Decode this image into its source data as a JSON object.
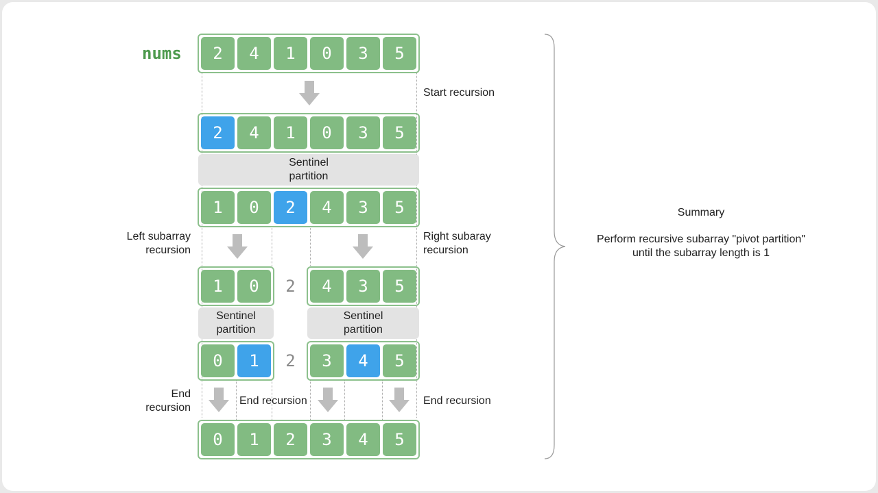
{
  "array_label": "nums",
  "rows": {
    "initial": [
      "2",
      "4",
      "1",
      "0",
      "3",
      "5"
    ],
    "pivot_selected": [
      "2",
      "4",
      "1",
      "0",
      "3",
      "5"
    ],
    "partitioned": [
      "1",
      "0",
      "2",
      "4",
      "3",
      "5"
    ],
    "split_left": [
      "1",
      "0"
    ],
    "split_mid": "2",
    "split_right": [
      "4",
      "3",
      "5"
    ],
    "second_left": [
      "0",
      "1"
    ],
    "second_mid": "2",
    "second_right": [
      "3",
      "4",
      "5"
    ],
    "final": [
      "0",
      "1",
      "2",
      "3",
      "4",
      "5"
    ]
  },
  "labels": {
    "start_recursion": "Start recursion",
    "sentinel_line1": "Sentinel",
    "sentinel_line2": "partition",
    "left_recursion_line1": "Left subarray",
    "left_recursion_line2": "recursion",
    "right_recursion_line1": "Right subaray",
    "right_recursion_line2": "recursion",
    "end_line1": "End",
    "end_line2": "recursion",
    "end_recursion": "End recursion"
  },
  "summary": {
    "title": "Summary",
    "line1": "Perform recursive subarray \"pivot partition\"",
    "line2": "until the subarray length is 1"
  },
  "colors": {
    "cell": "#82bb82",
    "pivot": "#3fa3ea",
    "box_border": "#8cc08c",
    "partition_bg": "#e3e3e3",
    "arrow": "#bdbdbd",
    "label": "#4d9a4d"
  }
}
